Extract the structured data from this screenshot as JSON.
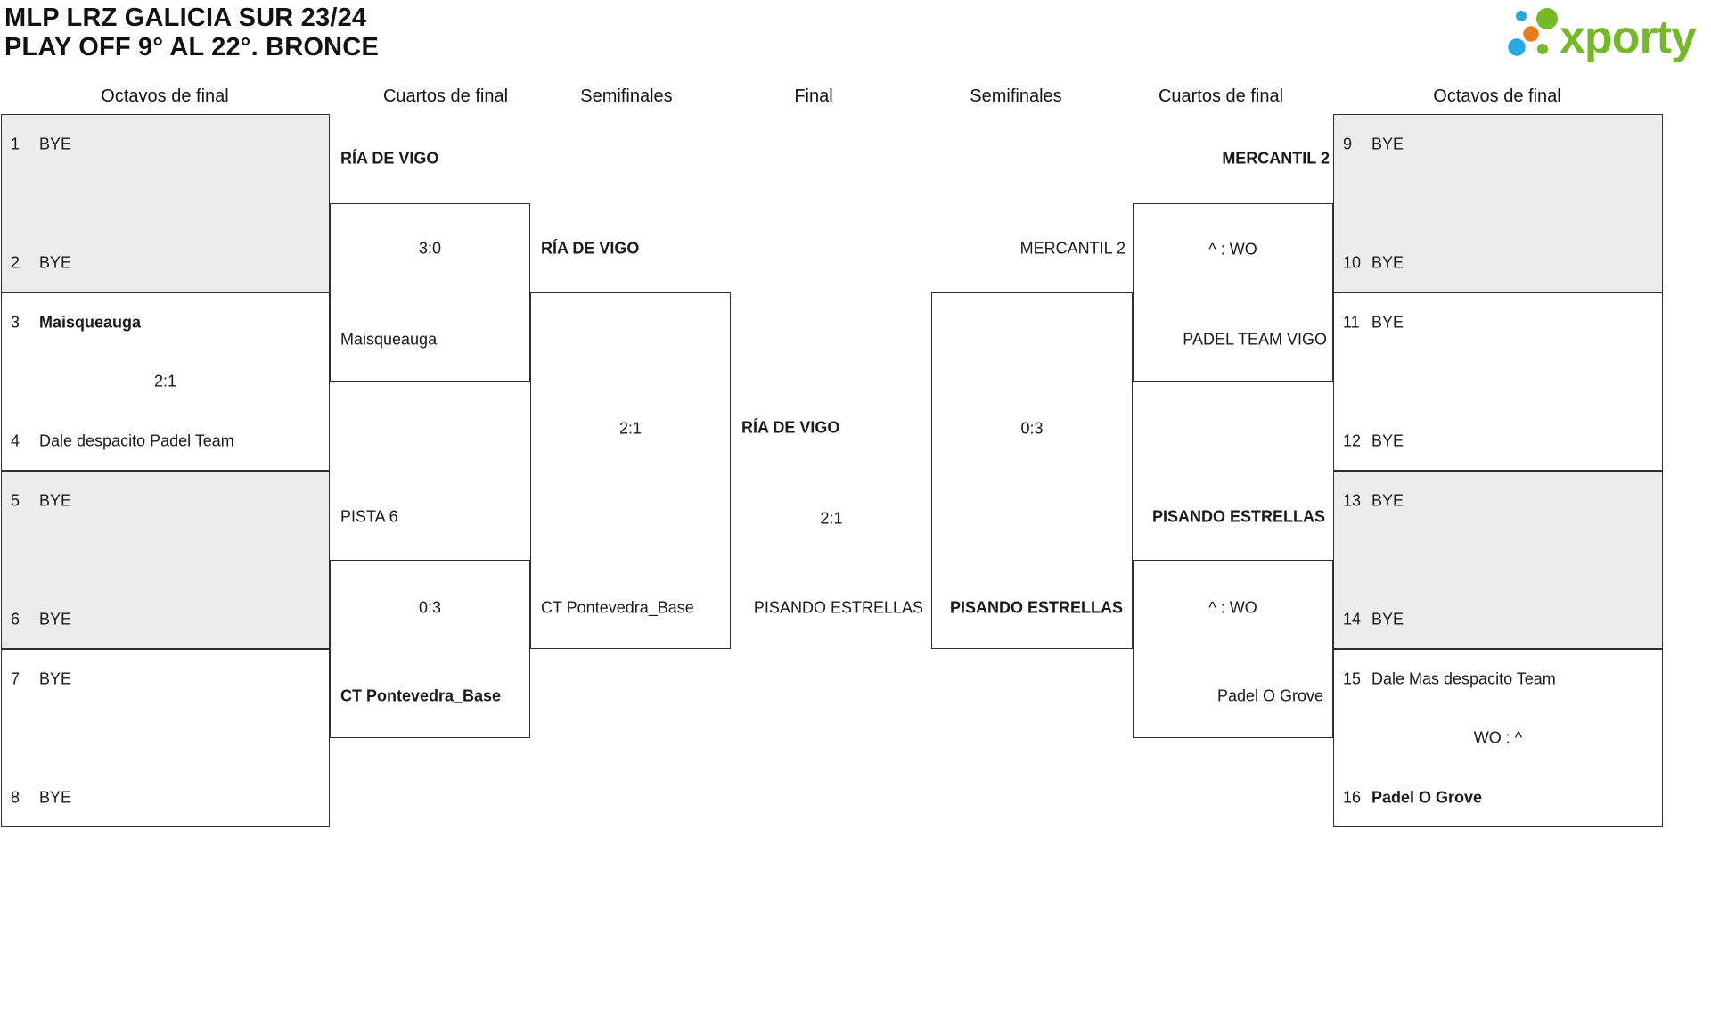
{
  "colors": {
    "line": "#2f2f2f",
    "bye_fill": "#ececec",
    "text": "#1a1a1a",
    "logo_green": "#76b82a",
    "logo_blue": "#29a9e1",
    "logo_orange": "#e87a1e"
  },
  "title": {
    "line1": "MLP LRZ GALICIA SUR 23/24",
    "line2": "PLAY OFF 9° AL 22°. BRONCE"
  },
  "logo": {
    "brand": "xporty"
  },
  "headers": [
    {
      "label": "Octavos de final"
    },
    {
      "label": "Cuartos de final"
    },
    {
      "label": "Semifinales"
    },
    {
      "label": "Final"
    },
    {
      "label": "Semifinales"
    },
    {
      "label": "Cuartos de final"
    },
    {
      "label": "Octavos de final"
    }
  ],
  "bracket": {
    "octavos_left": [
      {
        "seed_top": "1",
        "team_top": "BYE",
        "seed_bottom": "2",
        "team_bottom": "BYE"
      },
      {
        "seed_top": "3",
        "team_top": "Maisqueauga",
        "team_top_winner": true,
        "score": "2:1",
        "seed_bottom": "4",
        "team_bottom": "Dale despacito Padel Team"
      },
      {
        "seed_top": "5",
        "team_top": "BYE",
        "seed_bottom": "6",
        "team_bottom": "BYE"
      },
      {
        "seed_top": "7",
        "team_top": "BYE",
        "seed_bottom": "8",
        "team_bottom": "BYE"
      }
    ],
    "cuartos_left": [
      {
        "team_top": "RÍA DE VIGO",
        "team_top_winner": true,
        "score": "3:0",
        "team_bottom": "Maisqueauga"
      },
      {
        "team_top": "PISTA 6",
        "score": "0:3",
        "team_bottom": "CT Pontevedra_Base",
        "team_bottom_winner": true
      }
    ],
    "semifinal_left": {
      "team_top": "RÍA DE VIGO",
      "team_top_winner": true,
      "score": "2:1",
      "team_bottom": "CT Pontevedra_Base"
    },
    "final": {
      "team_top": "RÍA DE VIGO",
      "team_top_winner": true,
      "score": "2:1",
      "team_bottom": "PISANDO ESTRELLAS"
    },
    "semifinal_right": {
      "team_top": "MERCANTIL 2",
      "score": "0:3",
      "team_bottom": "PISANDO ESTRELLAS",
      "team_bottom_winner": true
    },
    "cuartos_right": [
      {
        "team_top": "MERCANTIL 2",
        "team_top_winner": true,
        "score": "^ : WO",
        "team_bottom": "PADEL TEAM VIGO"
      },
      {
        "team_top": "PISANDO ESTRELLAS",
        "team_top_winner": true,
        "score": "^ : WO",
        "team_bottom": "Padel O Grove"
      }
    ],
    "octavos_right": [
      {
        "seed_top": "9",
        "team_top": "BYE",
        "seed_bottom": "10",
        "team_bottom": "BYE"
      },
      {
        "seed_top": "11",
        "team_top": "BYE",
        "seed_bottom": "12",
        "team_bottom": "BYE"
      },
      {
        "seed_top": "13",
        "team_top": "BYE",
        "seed_bottom": "14",
        "team_bottom": "BYE"
      },
      {
        "seed_top": "15",
        "team_top": "Dale Mas despacito Team",
        "score": "WO : ^",
        "seed_bottom": "16",
        "team_bottom": "Padel O Grove",
        "team_bottom_winner": true
      }
    ]
  }
}
